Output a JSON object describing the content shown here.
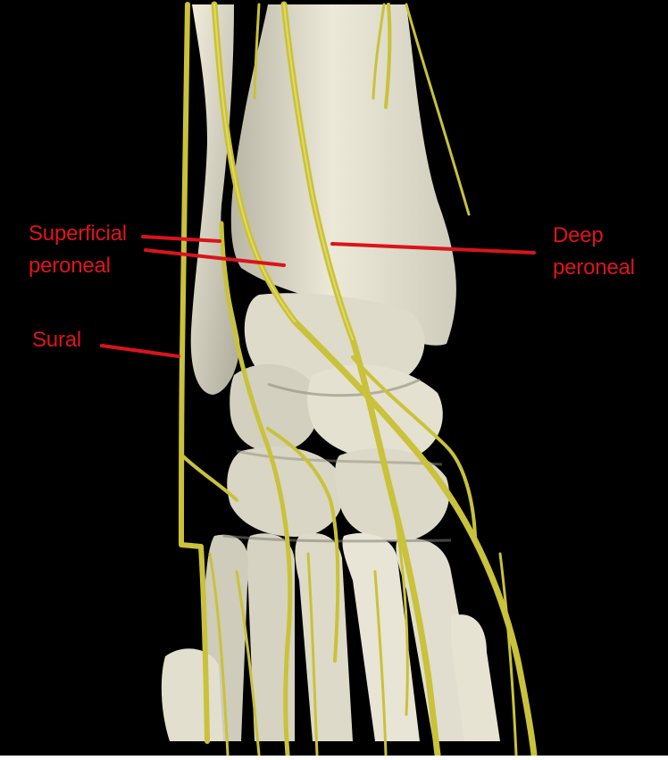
{
  "labels": {
    "superficial_peroneal": [
      "Superficial",
      "peroneal"
    ],
    "deep_peroneal": [
      "Deep",
      "peroneal"
    ],
    "sural": "Sural"
  },
  "colors": {
    "background": "#000000",
    "label_text": "#e0141b",
    "pointer_line": "#d9141b",
    "bone": "#e6e3d2",
    "bone_shadow": "#b9b6a5",
    "nerve": "#c9c23a",
    "nerve_highlight": "#e8e06a"
  }
}
